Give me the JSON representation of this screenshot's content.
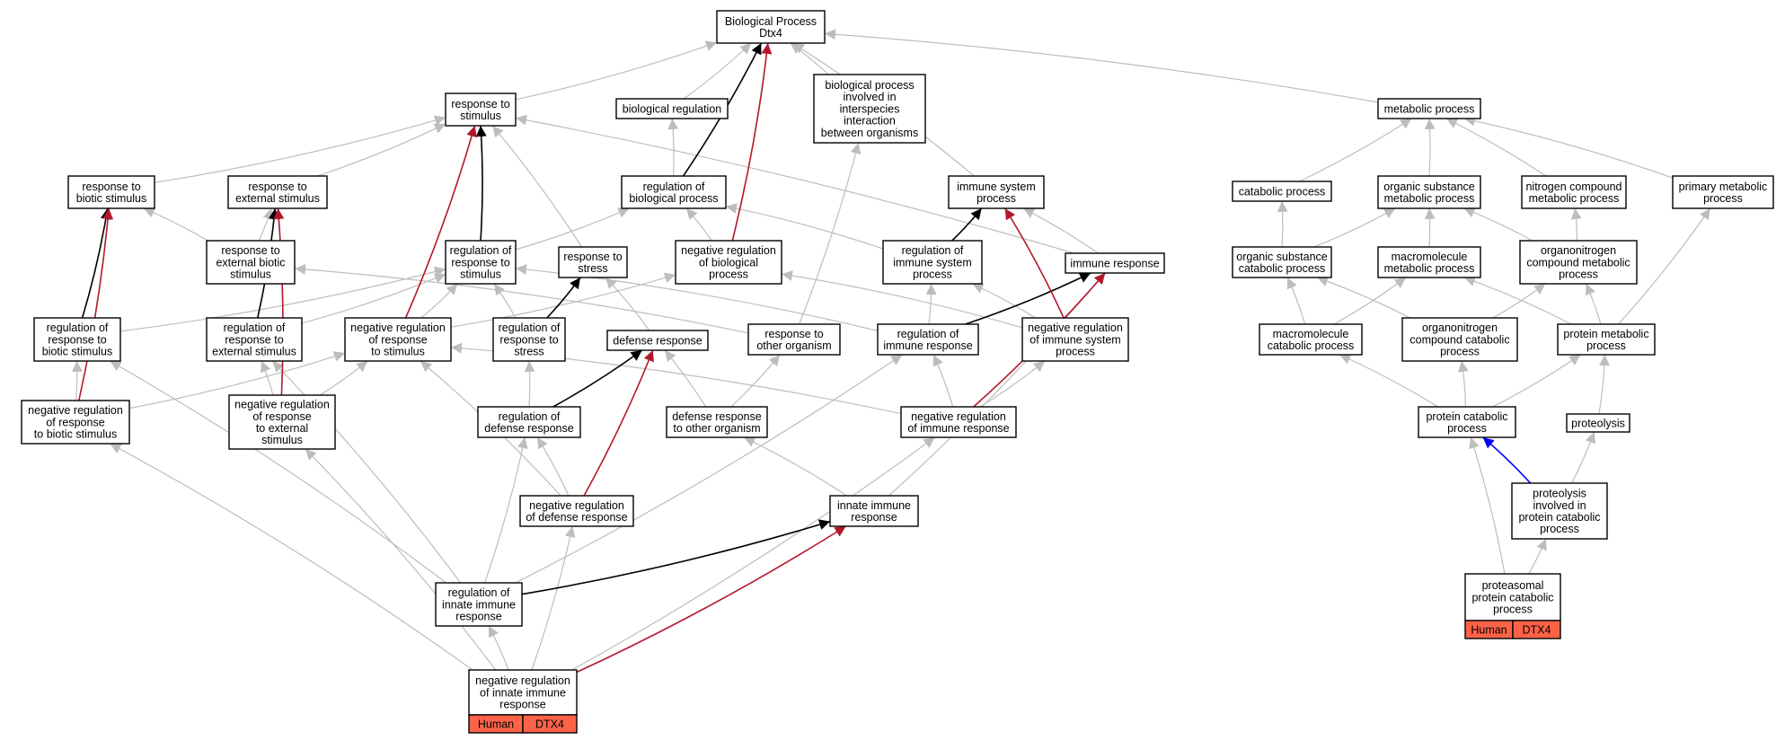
{
  "title": "Biological Process\nDtx4",
  "colors": {
    "is_a": "#bdbdbd",
    "regulates": "#000000",
    "negatively_regulates": "#b2182b",
    "part_of": "#0000ff",
    "annotation_fill": "#ff6347",
    "node_border": "#000000"
  },
  "nodes": [
    {
      "id": "root",
      "label": "Biological Process\nDtx4"
    },
    {
      "id": "resp_stim",
      "label": "response to\nstimulus"
    },
    {
      "id": "bio_reg",
      "label": "biological regulation"
    },
    {
      "id": "interspecies",
      "label": "biological process\ninvolved in\ninterspecies\ninteraction\nbetween organisms"
    },
    {
      "id": "metabolic",
      "label": "metabolic process"
    },
    {
      "id": "resp_biotic",
      "label": "response to\nbiotic stimulus"
    },
    {
      "id": "resp_ext",
      "label": "response to\nexternal stimulus"
    },
    {
      "id": "reg_bio",
      "label": "regulation of\nbiological process"
    },
    {
      "id": "imm_sys",
      "label": "immune system\nprocess"
    },
    {
      "id": "catabolic",
      "label": "catabolic process"
    },
    {
      "id": "org_sub_met",
      "label": "organic substance\nmetabolic process"
    },
    {
      "id": "nitro_met",
      "label": "nitrogen compound\nmetabolic process"
    },
    {
      "id": "prim_met",
      "label": "primary metabolic\nprocess"
    },
    {
      "id": "resp_ext_biotic",
      "label": "response to\nexternal biotic\nstimulus"
    },
    {
      "id": "reg_resp_stim",
      "label": "regulation of\nresponse to\nstimulus"
    },
    {
      "id": "resp_stress",
      "label": "response to\nstress"
    },
    {
      "id": "neg_reg_bio",
      "label": "negative regulation\nof biological\nprocess"
    },
    {
      "id": "reg_imm_sys",
      "label": "regulation of\nimmune system\nprocess"
    },
    {
      "id": "imm_resp",
      "label": "immune response"
    },
    {
      "id": "org_sub_cat",
      "label": "organic substance\ncatabolic process"
    },
    {
      "id": "macro_met",
      "label": "macromolecule\nmetabolic process"
    },
    {
      "id": "orgnit_met",
      "label": "organonitrogen\ncompound metabolic\nprocess"
    },
    {
      "id": "reg_resp_biotic",
      "label": "regulation of\nresponse to\nbiotic stimulus"
    },
    {
      "id": "reg_resp_ext",
      "label": "regulation of\nresponse to\nexternal stimulus"
    },
    {
      "id": "neg_reg_resp_stim",
      "label": "negative regulation\nof response\nto stimulus"
    },
    {
      "id": "reg_resp_stress",
      "label": "regulation of\nresponse to\nstress"
    },
    {
      "id": "def_resp",
      "label": "defense response"
    },
    {
      "id": "resp_other",
      "label": "response to\nother organism"
    },
    {
      "id": "reg_imm_resp",
      "label": "regulation of\nimmune response"
    },
    {
      "id": "neg_reg_imm_sys",
      "label": "negative regulation\nof immune system\nprocess"
    },
    {
      "id": "macro_cat",
      "label": "macromolecule\ncatabolic process"
    },
    {
      "id": "orgnit_cat",
      "label": "organonitrogen\ncompound catabolic\nprocess"
    },
    {
      "id": "prot_met",
      "label": "protein metabolic\nprocess"
    },
    {
      "id": "neg_reg_resp_biotic",
      "label": "negative regulation\nof response\nto biotic stimulus"
    },
    {
      "id": "neg_reg_resp_ext",
      "label": "negative regulation\nof response\nto external\nstimulus"
    },
    {
      "id": "reg_def",
      "label": "regulation of\ndefense response"
    },
    {
      "id": "def_other",
      "label": "defense response\nto other organism"
    },
    {
      "id": "neg_reg_imm_resp",
      "label": "negative regulation\nof immune response"
    },
    {
      "id": "prot_cat",
      "label": "protein catabolic\nprocess"
    },
    {
      "id": "proteolysis",
      "label": "proteolysis"
    },
    {
      "id": "neg_reg_def",
      "label": "negative regulation\nof defense response"
    },
    {
      "id": "innate",
      "label": "innate immune\nresponse"
    },
    {
      "id": "prot_cat_prot",
      "label": "proteolysis\ninvolved in\nprotein catabolic\nprocess"
    },
    {
      "id": "reg_innate",
      "label": "regulation of\ninnate immune\nresponse"
    },
    {
      "id": "proteasomal",
      "label": "proteasomal\nprotein catabolic\nprocess",
      "annotation": [
        "Human",
        "DTX4"
      ]
    },
    {
      "id": "neg_reg_innate",
      "label": "negative regulation\nof innate immune\nresponse",
      "annotation": [
        "Human",
        "DTX4"
      ]
    }
  ],
  "edges": [
    {
      "from": "resp_stim",
      "to": "root",
      "type": "is_a"
    },
    {
      "from": "bio_reg",
      "to": "root",
      "type": "is_a"
    },
    {
      "from": "interspecies",
      "to": "root",
      "type": "is_a"
    },
    {
      "from": "metabolic",
      "to": "root",
      "type": "is_a"
    },
    {
      "from": "imm_sys",
      "to": "root",
      "type": "is_a"
    },
    {
      "from": "reg_bio",
      "to": "root",
      "type": "regulates"
    },
    {
      "from": "neg_reg_bio",
      "to": "root",
      "type": "negatively_regulates"
    },
    {
      "from": "resp_biotic",
      "to": "resp_stim",
      "type": "is_a"
    },
    {
      "from": "resp_ext",
      "to": "resp_stim",
      "type": "is_a"
    },
    {
      "from": "resp_stress",
      "to": "resp_stim",
      "type": "is_a"
    },
    {
      "from": "imm_resp",
      "to": "resp_stim",
      "type": "is_a"
    },
    {
      "from": "reg_resp_stim",
      "to": "resp_stim",
      "type": "regulates"
    },
    {
      "from": "neg_reg_resp_stim",
      "to": "resp_stim",
      "type": "negatively_regulates"
    },
    {
      "from": "reg_bio",
      "to": "bio_reg",
      "type": "is_a"
    },
    {
      "from": "resp_other",
      "to": "interspecies",
      "type": "is_a"
    },
    {
      "from": "imm_resp",
      "to": "imm_sys",
      "type": "is_a"
    },
    {
      "from": "reg_imm_sys",
      "to": "imm_sys",
      "type": "regulates"
    },
    {
      "from": "neg_reg_imm_sys",
      "to": "imm_sys",
      "type": "negatively_regulates"
    },
    {
      "from": "resp_ext_biotic",
      "to": "resp_biotic",
      "type": "is_a"
    },
    {
      "from": "reg_resp_biotic",
      "to": "resp_biotic",
      "type": "regulates"
    },
    {
      "from": "neg_reg_resp_biotic",
      "to": "resp_biotic",
      "type": "negatively_regulates"
    },
    {
      "from": "resp_ext_biotic",
      "to": "resp_ext",
      "type": "is_a"
    },
    {
      "from": "reg_resp_ext",
      "to": "resp_ext",
      "type": "regulates"
    },
    {
      "from": "neg_reg_resp_ext",
      "to": "resp_ext",
      "type": "negatively_regulates"
    },
    {
      "from": "resp_other",
      "to": "resp_ext_biotic",
      "type": "is_a"
    },
    {
      "from": "reg_resp_stim",
      "to": "reg_bio",
      "type": "is_a"
    },
    {
      "from": "neg_reg_bio",
      "to": "reg_bio",
      "type": "is_a"
    },
    {
      "from": "reg_imm_sys",
      "to": "reg_bio",
      "type": "is_a"
    },
    {
      "from": "reg_resp_biotic",
      "to": "reg_resp_stim",
      "type": "is_a"
    },
    {
      "from": "reg_resp_ext",
      "to": "reg_resp_stim",
      "type": "is_a"
    },
    {
      "from": "neg_reg_resp_stim",
      "to": "reg_resp_stim",
      "type": "is_a"
    },
    {
      "from": "reg_resp_stress",
      "to": "reg_resp_stim",
      "type": "is_a"
    },
    {
      "from": "reg_imm_resp",
      "to": "reg_resp_stim",
      "type": "is_a"
    },
    {
      "from": "def_resp",
      "to": "resp_stress",
      "type": "is_a"
    },
    {
      "from": "reg_resp_stress",
      "to": "resp_stress",
      "type": "regulates"
    },
    {
      "from": "neg_reg_resp_stim",
      "to": "neg_reg_bio",
      "type": "is_a"
    },
    {
      "from": "neg_reg_imm_sys",
      "to": "neg_reg_bio",
      "type": "is_a"
    },
    {
      "from": "reg_imm_resp",
      "to": "reg_imm_sys",
      "type": "is_a"
    },
    {
      "from": "neg_reg_imm_sys",
      "to": "reg_imm_sys",
      "type": "is_a"
    },
    {
      "from": "reg_imm_resp",
      "to": "imm_resp",
      "type": "regulates"
    },
    {
      "from": "neg_reg_imm_resp",
      "to": "imm_resp",
      "type": "negatively_regulates"
    },
    {
      "from": "innate",
      "to": "imm_resp",
      "type": "is_a"
    },
    {
      "from": "neg_reg_resp_biotic",
      "to": "reg_resp_biotic",
      "type": "is_a"
    },
    {
      "from": "neg_reg_resp_biotic",
      "to": "neg_reg_resp_stim",
      "type": "is_a"
    },
    {
      "from": "neg_reg_resp_ext",
      "to": "reg_resp_ext",
      "type": "is_a"
    },
    {
      "from": "neg_reg_resp_ext",
      "to": "neg_reg_resp_stim",
      "type": "is_a"
    },
    {
      "from": "neg_reg_imm_resp",
      "to": "neg_reg_resp_stim",
      "type": "is_a"
    },
    {
      "from": "neg_reg_def",
      "to": "neg_reg_resp_stim",
      "type": "is_a"
    },
    {
      "from": "reg_def",
      "to": "reg_resp_stress",
      "type": "is_a"
    },
    {
      "from": "def_other",
      "to": "def_resp",
      "type": "is_a"
    },
    {
      "from": "reg_def",
      "to": "def_resp",
      "type": "regulates"
    },
    {
      "from": "neg_reg_def",
      "to": "def_resp",
      "type": "negatively_regulates"
    },
    {
      "from": "def_other",
      "to": "resp_other",
      "type": "is_a"
    },
    {
      "from": "innate",
      "to": "def_other",
      "type": "is_a"
    },
    {
      "from": "neg_reg_imm_resp",
      "to": "reg_imm_resp",
      "type": "is_a"
    },
    {
      "from": "neg_reg_imm_resp",
      "to": "neg_reg_imm_sys",
      "type": "is_a"
    },
    {
      "from": "neg_reg_def",
      "to": "reg_def",
      "type": "is_a"
    },
    {
      "from": "reg_innate",
      "to": "reg_def",
      "type": "is_a"
    },
    {
      "from": "reg_innate",
      "to": "reg_imm_resp",
      "type": "is_a"
    },
    {
      "from": "reg_innate",
      "to": "reg_resp_biotic",
      "type": "is_a"
    },
    {
      "from": "reg_innate",
      "to": "reg_resp_ext",
      "type": "is_a"
    },
    {
      "from": "reg_innate",
      "to": "innate",
      "type": "regulates"
    },
    {
      "from": "neg_reg_innate",
      "to": "reg_innate",
      "type": "is_a"
    },
    {
      "from": "neg_reg_innate",
      "to": "neg_reg_def",
      "type": "is_a"
    },
    {
      "from": "neg_reg_innate",
      "to": "neg_reg_imm_resp",
      "type": "is_a"
    },
    {
      "from": "neg_reg_innate",
      "to": "neg_reg_resp_biotic",
      "type": "is_a"
    },
    {
      "from": "neg_reg_innate",
      "to": "neg_reg_resp_ext",
      "type": "is_a"
    },
    {
      "from": "neg_reg_innate",
      "to": "innate",
      "type": "negatively_regulates"
    },
    {
      "from": "catabolic",
      "to": "metabolic",
      "type": "is_a"
    },
    {
      "from": "org_sub_met",
      "to": "metabolic",
      "type": "is_a"
    },
    {
      "from": "nitro_met",
      "to": "metabolic",
      "type": "is_a"
    },
    {
      "from": "prim_met",
      "to": "metabolic",
      "type": "is_a"
    },
    {
      "from": "org_sub_cat",
      "to": "catabolic",
      "type": "is_a"
    },
    {
      "from": "org_sub_cat",
      "to": "org_sub_met",
      "type": "is_a"
    },
    {
      "from": "macro_met",
      "to": "org_sub_met",
      "type": "is_a"
    },
    {
      "from": "orgnit_met",
      "to": "org_sub_met",
      "type": "is_a"
    },
    {
      "from": "orgnit_met",
      "to": "nitro_met",
      "type": "is_a"
    },
    {
      "from": "macro_cat",
      "to": "org_sub_cat",
      "type": "is_a"
    },
    {
      "from": "orgnit_cat",
      "to": "org_sub_cat",
      "type": "is_a"
    },
    {
      "from": "macro_cat",
      "to": "macro_met",
      "type": "is_a"
    },
    {
      "from": "prot_met",
      "to": "macro_met",
      "type": "is_a"
    },
    {
      "from": "orgnit_cat",
      "to": "orgnit_met",
      "type": "is_a"
    },
    {
      "from": "prot_met",
      "to": "orgnit_met",
      "type": "is_a"
    },
    {
      "from": "prot_met",
      "to": "prim_met",
      "type": "is_a"
    },
    {
      "from": "prot_cat",
      "to": "macro_cat",
      "type": "is_a"
    },
    {
      "from": "prot_cat",
      "to": "orgnit_cat",
      "type": "is_a"
    },
    {
      "from": "prot_cat",
      "to": "prot_met",
      "type": "is_a"
    },
    {
      "from": "proteolysis",
      "to": "prot_met",
      "type": "is_a"
    },
    {
      "from": "prot_cat_prot",
      "to": "proteolysis",
      "type": "is_a"
    },
    {
      "from": "prot_cat_prot",
      "to": "prot_cat",
      "type": "part_of"
    },
    {
      "from": "proteasomal",
      "to": "prot_cat_prot",
      "type": "is_a"
    },
    {
      "from": "proteasomal",
      "to": "prot_cat",
      "type": "is_a"
    }
  ]
}
